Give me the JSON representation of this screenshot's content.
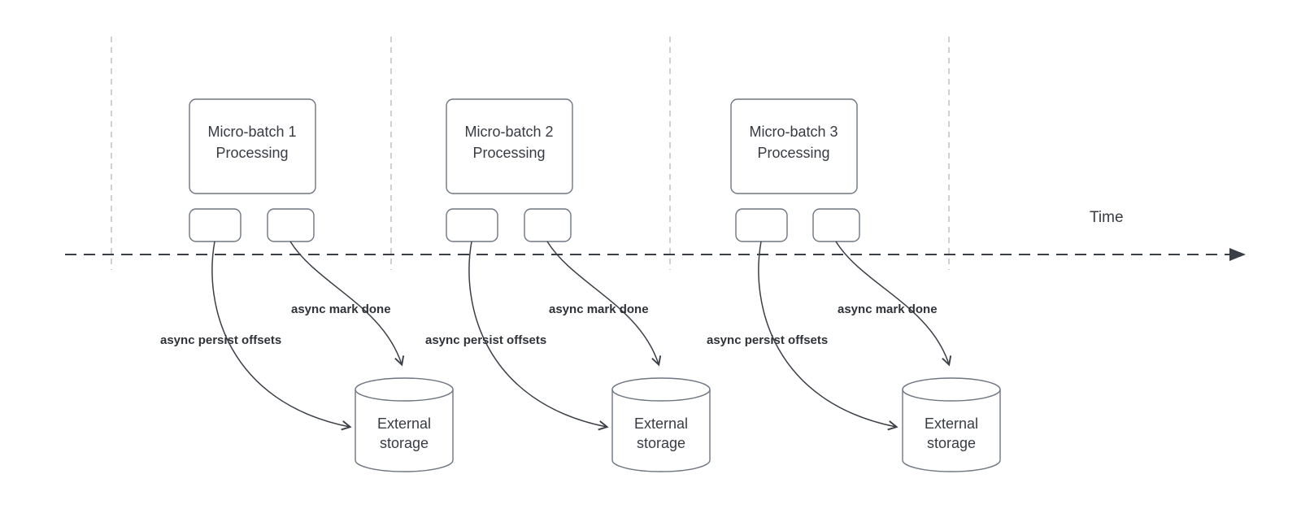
{
  "diagram": {
    "time_label": "Time",
    "groups": [
      {
        "title_line1": "Micro-batch 1",
        "title_line2": "Processing",
        "persist_label": "async persist offsets",
        "mark_done_label": "async mark done",
        "storage_line1": "External",
        "storage_line2": "storage"
      },
      {
        "title_line1": "Micro-batch 2",
        "title_line2": "Processing",
        "persist_label": "async persist offsets",
        "mark_done_label": "async mark done",
        "storage_line1": "External",
        "storage_line2": "storage"
      },
      {
        "title_line1": "Micro-batch 3",
        "title_line2": "Processing",
        "persist_label": "async persist offsets",
        "mark_done_label": "async mark done",
        "storage_line1": "External",
        "storage_line2": "storage"
      }
    ],
    "colors": {
      "line": "#3a3f46",
      "box_border": "#6f7681",
      "guide_line": "#b9bcc0",
      "text": "#383c42"
    }
  }
}
